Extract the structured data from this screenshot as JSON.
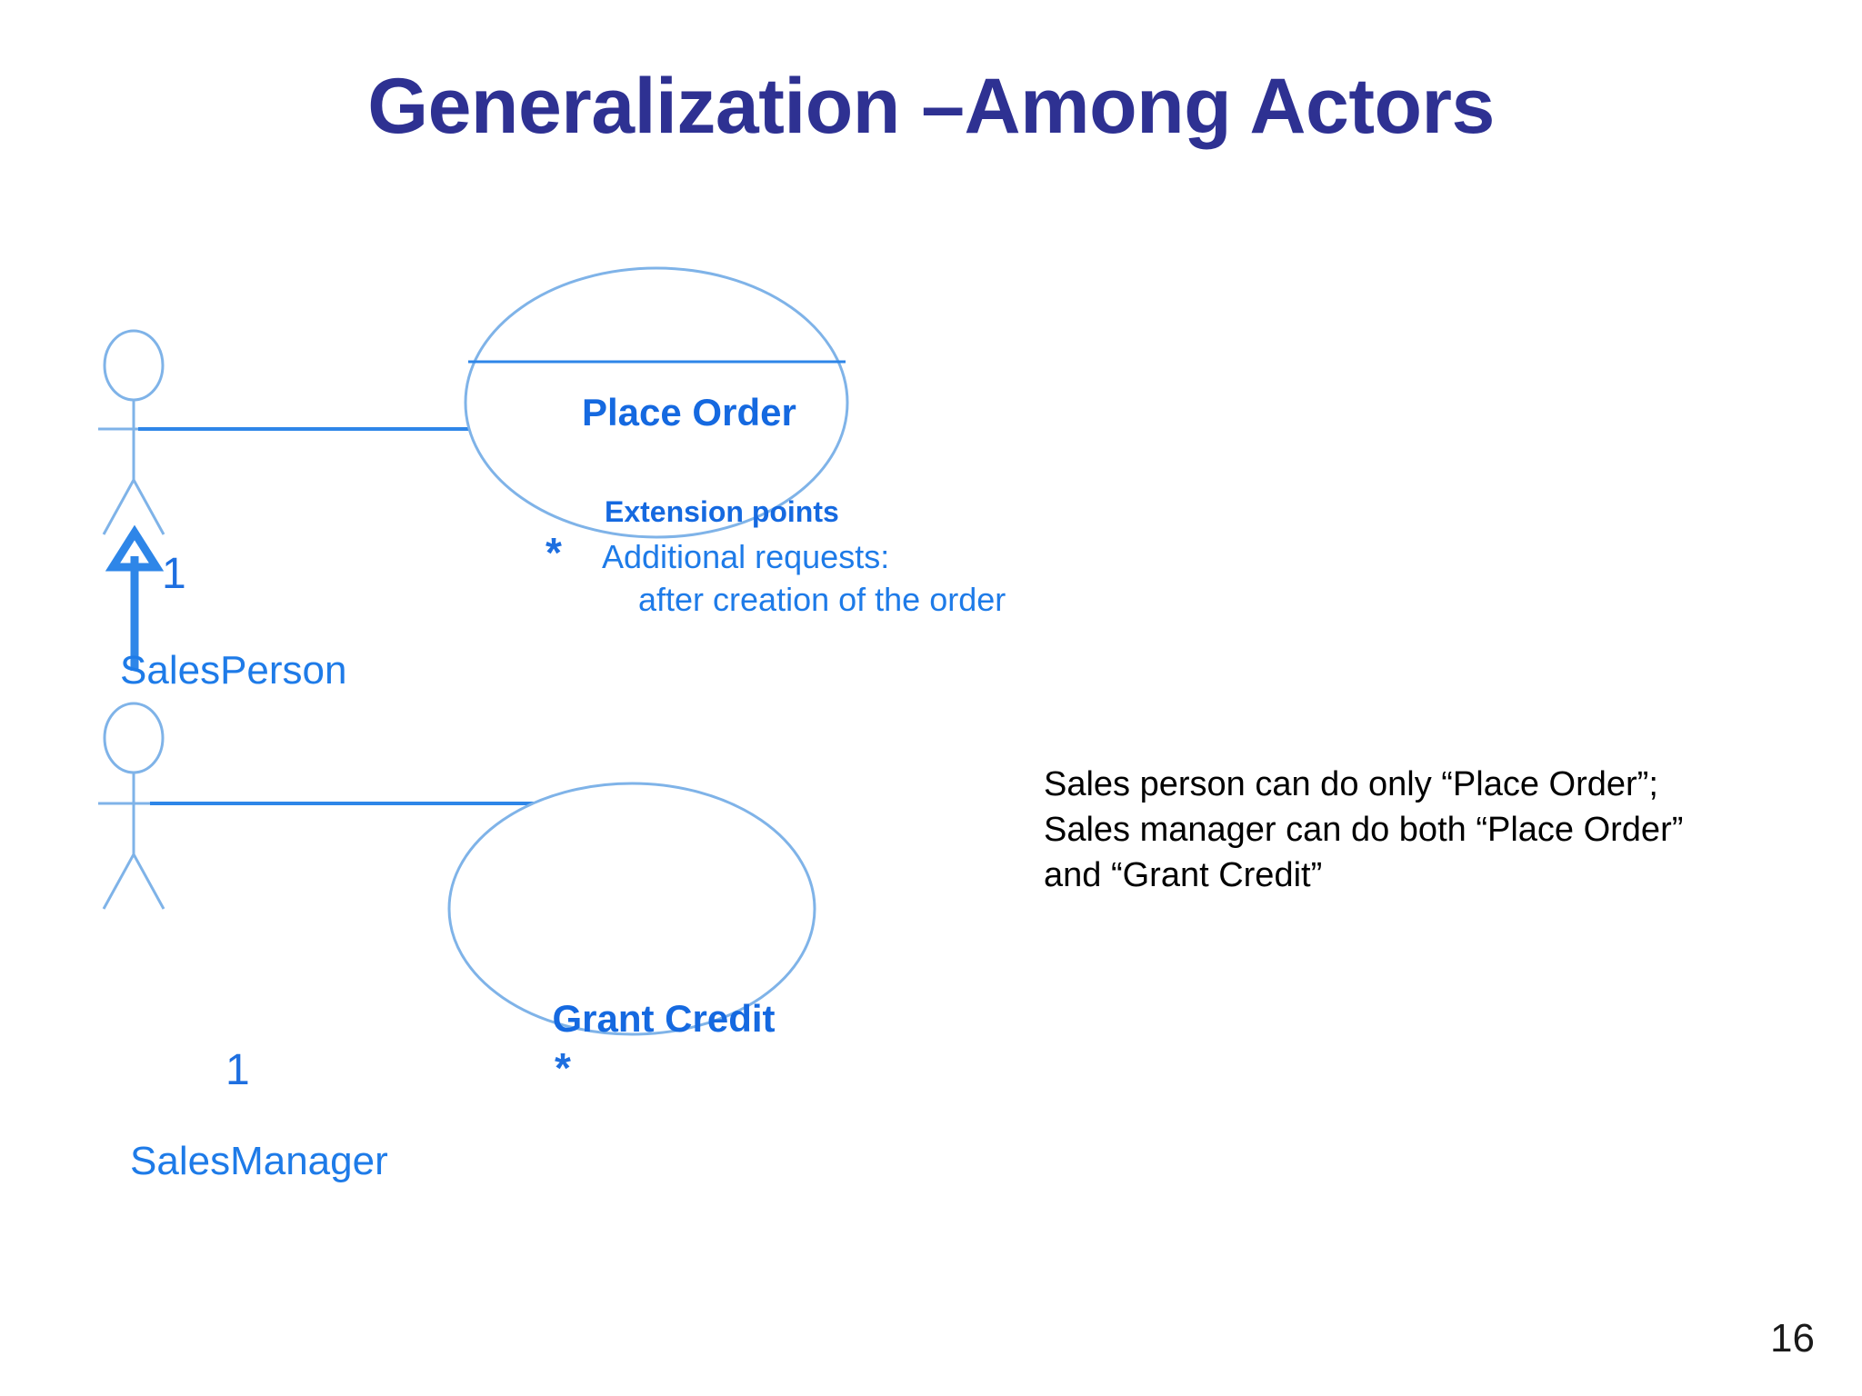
{
  "slide": {
    "title": "Generalization –Among Actors",
    "page_number": "16",
    "title_color": "#2E3192",
    "actor_color": "#7FB3E8",
    "usecase_stroke": "#7FB3E8",
    "label_blue": "#1E7BE8",
    "accent_blue": "#1569E0"
  },
  "actors": [
    {
      "id": "salesperson",
      "name": "SalesPerson",
      "multiplicity": "1"
    },
    {
      "id": "salesmanager",
      "name": "SalesManager",
      "multiplicity": "1"
    }
  ],
  "use_cases": [
    {
      "id": "place-order",
      "title": "Place Order",
      "has_compartment": true,
      "compartment_heading": "Extension points",
      "compartment_lines": [
        "Additional requests:",
        "    after creation of the order"
      ],
      "association_multiplicity": "*"
    },
    {
      "id": "grant-credit",
      "title": "Grant Credit",
      "has_compartment": false,
      "association_multiplicity": "*"
    }
  ],
  "relationships": [
    {
      "type": "generalization",
      "from": "SalesManager",
      "to": "SalesPerson"
    }
  ],
  "note": {
    "lines": [
      "Sales person can do only “Place Order”;",
      "Sales manager can do both “Place Order”",
      "and “Grant Credit”"
    ]
  }
}
